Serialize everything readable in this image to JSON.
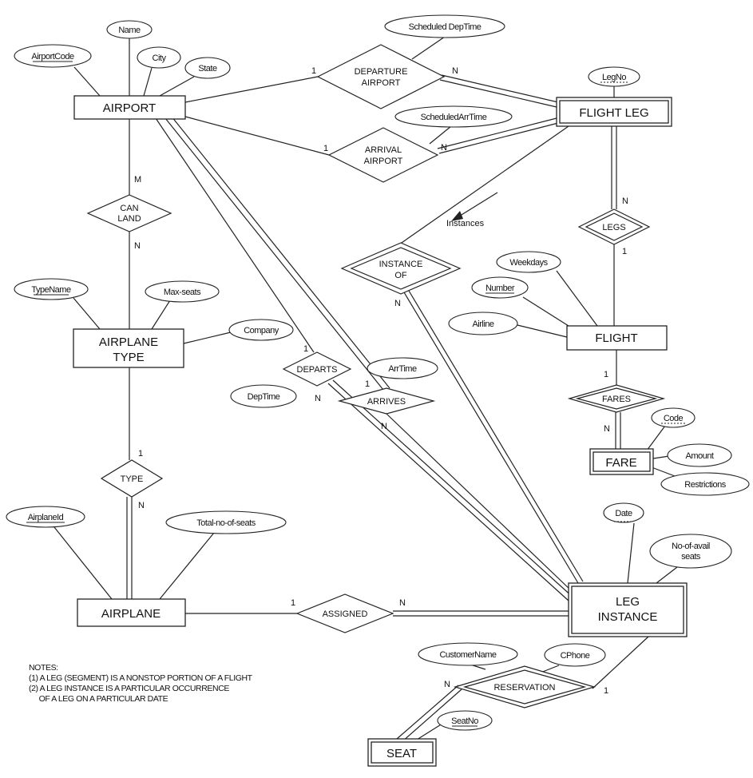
{
  "entities": {
    "airport": "AIRPORT",
    "flight_leg": "FLIGHT LEG",
    "flight": "FLIGHT",
    "fare": "FARE",
    "airplane_type_1": "AIRPLANE",
    "airplane_type_2": "TYPE",
    "airplane": "AIRPLANE",
    "leg_instance_1": "LEG",
    "leg_instance_2": "INSTANCE",
    "seat": "SEAT"
  },
  "relationships": {
    "departure_airport_1": "DEPARTURE",
    "departure_airport_2": "AIRPORT",
    "arrival_airport_1": "ARRIVAL",
    "arrival_airport_2": "AIRPORT",
    "can_land_1": "CAN",
    "can_land_2": "LAND",
    "legs": "LEGS",
    "instance_of_1": "INSTANCE",
    "instance_of_2": "OF",
    "departs": "DEPARTS",
    "arrives": "ARRIVES",
    "fares": "FARES",
    "type": "TYPE",
    "assigned": "ASSIGNED",
    "reservation": "RESERVATION"
  },
  "attributes": {
    "name": "Name",
    "airport_code": "AirportCode",
    "city": "City",
    "state": "State",
    "scheduled_dep_time": "Scheduled DepTime",
    "scheduled_arr_time": "ScheduledArrTime",
    "leg_no": "LegNo",
    "type_name": "TypeName",
    "max_seats": "Max-seats",
    "company": "Company",
    "weekdays": "Weekdays",
    "number": "Number",
    "airline": "Airline",
    "arr_time": "ArrTime",
    "dep_time": "DepTime",
    "code": "Code",
    "amount": "Amount",
    "restrictions": "Restrictions",
    "airplane_id": "AirplaneId",
    "total_no_of_seats": "Total-no-of-seats",
    "date": "Date",
    "no_of_avail_seats_1": "No-of-avail",
    "no_of_avail_seats_2": "seats",
    "customer_name": "CustomerName",
    "cphone": "CPhone",
    "seat_no": "SeatNo"
  },
  "cardinalities": {
    "dep_airport": "1",
    "dep_leg": "N",
    "arr_airport": "1",
    "arr_leg": "N",
    "canland_airport": "M",
    "canland_type": "N",
    "legs_leg": "N",
    "legs_flight": "1",
    "instance_leginst": "N",
    "departs_airport": "1",
    "departs_leginst": "N",
    "arrives_airport": "1",
    "arrives_leginst": "N",
    "fares_flight": "1",
    "fares_fare": "N",
    "type_airplanetype": "1",
    "type_airplane": "N",
    "assigned_airplane": "1",
    "assigned_leginst": "N",
    "reservation_seat": "N",
    "reservation_leginst": "1"
  },
  "annotation": "Instances",
  "notes": {
    "heading": "NOTES:",
    "line1": "(1) A LEG (SEGMENT) IS A NONSTOP PORTION OF A FLIGHT",
    "line2": "(2) A LEG INSTANCE IS A PARTICULAR OCCURRENCE",
    "line3": "     OF A LEG ON A PARTICULAR DATE"
  }
}
